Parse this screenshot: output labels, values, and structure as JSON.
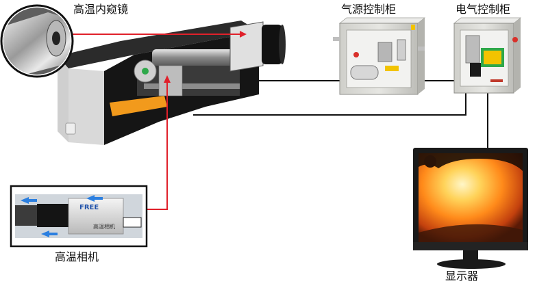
{
  "labels": {
    "scope": "高温内窥镜",
    "gas_cabinet": "气源控制柜",
    "electric_cabinet": "电气控制柜",
    "camera": "高温相机",
    "monitor": "显示器"
  },
  "camera_brand": "FREE",
  "camera_body_text": "高温相机",
  "colors": {
    "red_line": "#e0202a",
    "black_line": "#111111",
    "cabinet_gray": "#d8d8d4",
    "housing_black": "#1a1a1a",
    "flame_orange": "#ff8a1a",
    "arrow_blue": "#2b7fe0",
    "accent_green": "#2ea84a",
    "accent_yellow": "#f2c300"
  }
}
